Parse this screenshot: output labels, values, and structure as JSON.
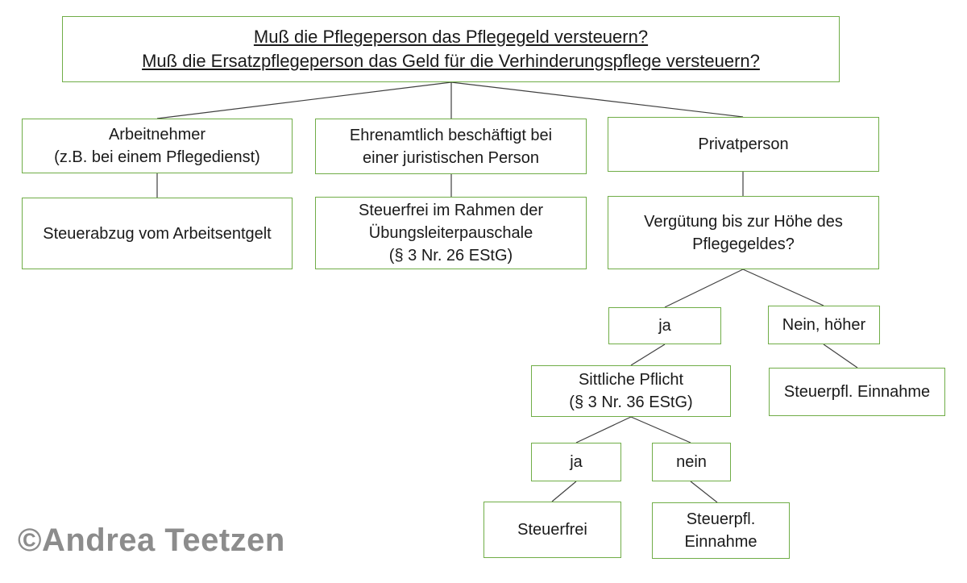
{
  "title": {
    "line1": "Muß die Pflegeperson das Pflegegeld versteuern?",
    "line2": "Muß die Ersatzpflegeperson das Geld für die Verhinderungspflege versteuern?"
  },
  "branch_employee": {
    "label1": "Arbeitnehmer",
    "label2": "(z.B. bei einem Pflegedienst)",
    "result": "Steuerabzug vom Arbeitsentgelt"
  },
  "branch_volunteer": {
    "label1": "Ehrenamtlich beschäftigt bei",
    "label2": "einer juristischen Person",
    "result1": "Steuerfrei im Rahmen der",
    "result2": "Übungsleiterpauschale",
    "result3": "(§ 3 Nr. 26 EStG)"
  },
  "branch_private": {
    "label": "Privatperson",
    "question1": "Vergütung bis zur Höhe des",
    "question2": "Pflegegeldes?",
    "yes": "ja",
    "no": "Nein, höher",
    "no_result": "Steuerpfl. Einnahme",
    "moral1": "Sittliche Pflicht",
    "moral2": "(§ 3 Nr. 36 EStG)",
    "moral_yes": "ja",
    "moral_no": "nein",
    "moral_yes_result": "Steuerfrei",
    "moral_no_result1": "Steuerpfl.",
    "moral_no_result2": "Einnahme"
  },
  "watermark": "©Andrea Teetzen",
  "colors": {
    "border": "#70ad47",
    "line": "#404040",
    "watermark": "#8c8c8c"
  }
}
